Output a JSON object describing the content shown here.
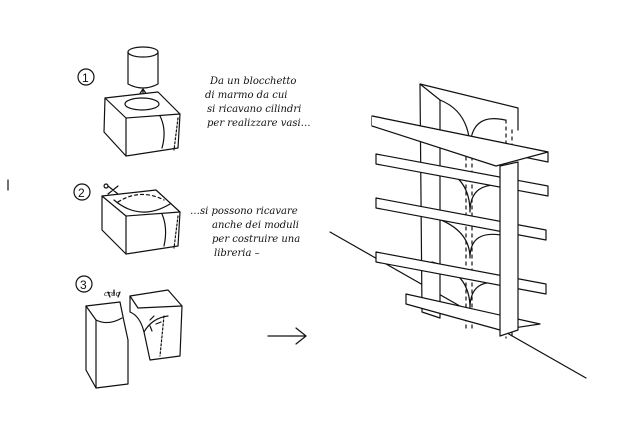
{
  "steps": [
    {
      "number": "1",
      "caption_lines": [
        "Da un blocchetto",
        "di marmo da cui",
        "si ricavano cilindri",
        "per realizzare vasi…"
      ]
    },
    {
      "number": "2",
      "caption_lines": [
        "…si possono ricavare",
        "anche dei moduli",
        "per costruire una",
        "libreria –"
      ]
    },
    {
      "number": "3",
      "sound": "crac"
    }
  ],
  "colors": {
    "ink": "#111111",
    "paper": "#ffffff"
  },
  "icons": [
    "arrow-right-icon",
    "scissors-icon"
  ]
}
